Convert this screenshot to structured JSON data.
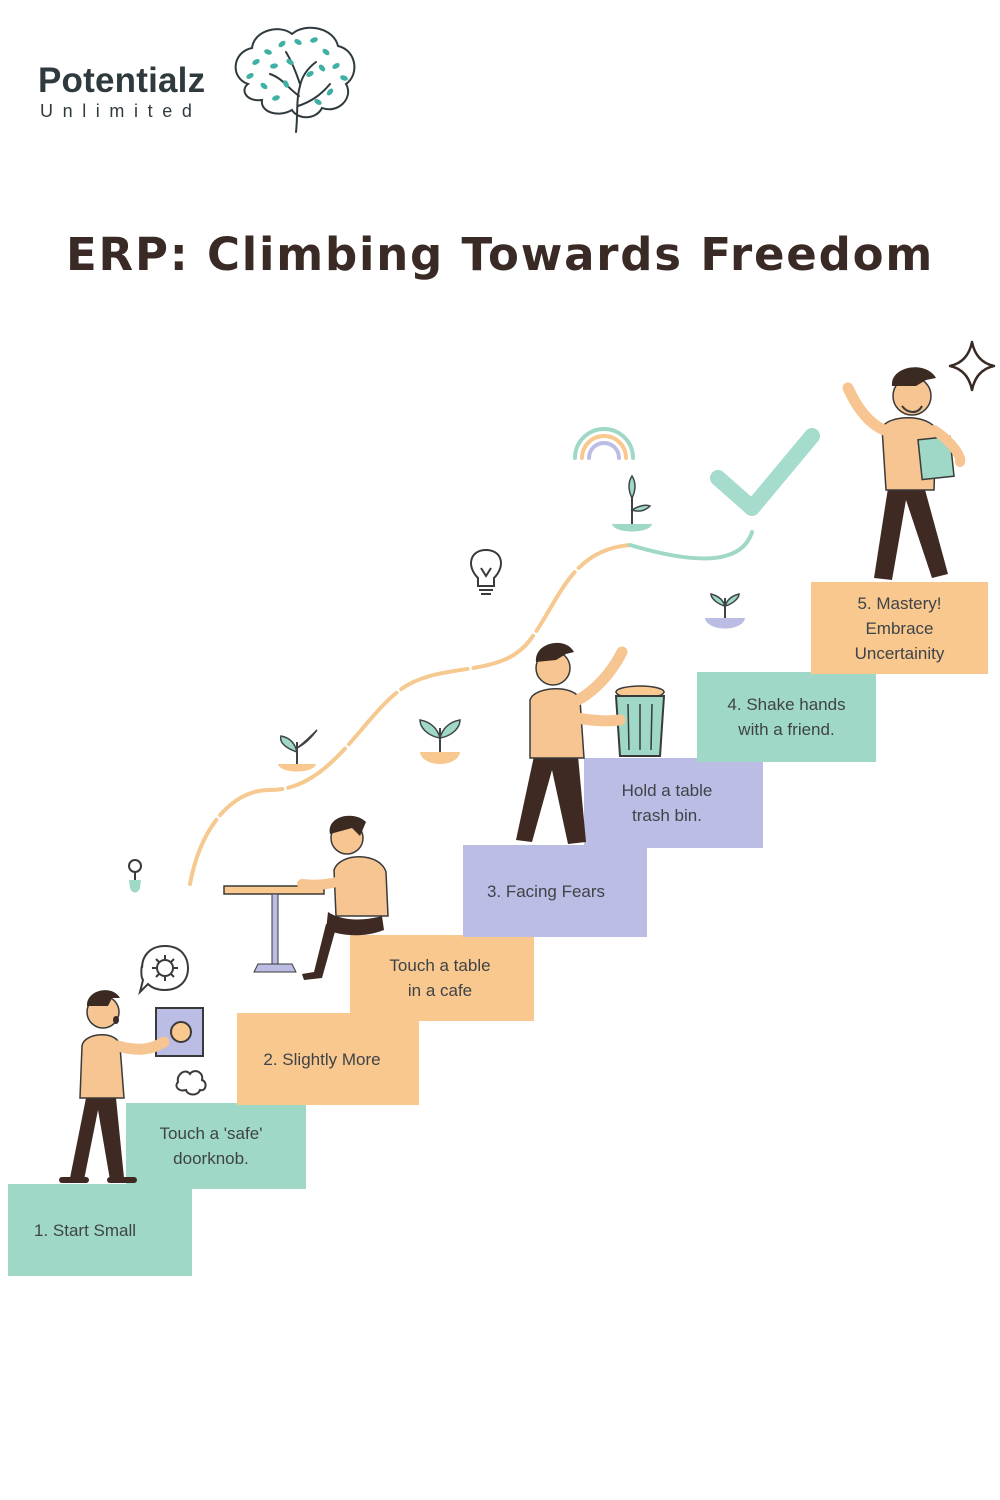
{
  "brand": {
    "name": "Potentialz",
    "subtitle": "Unlimited"
  },
  "title": "ERP: Climbing Towards Freedom",
  "colors": {
    "mint": "#9fd8c6",
    "peach": "#f8c88e",
    "lavender": "#bcbde4",
    "title": "#3a2a25",
    "skin": "#f6c591",
    "hair": "#3b2a22",
    "pants": "#3e2a22"
  },
  "steps": [
    {
      "lines": [
        "1.  Start Small"
      ]
    },
    {
      "lines": [
        "Touch a 'safe'",
        "doorknob."
      ]
    },
    {
      "lines": [
        "2. Slightly More"
      ]
    },
    {
      "lines": [
        "Touch a table",
        "in a cafe"
      ]
    },
    {
      "lines": [
        "3. Facing Fears"
      ]
    },
    {
      "lines": [
        "Hold a table",
        "trash bin."
      ]
    },
    {
      "lines": [
        "4. Shake hands",
        "with a friend."
      ]
    },
    {
      "lines": [
        "5. Mastery!",
        "Embrace",
        "Uncertainity"
      ]
    }
  ],
  "icons": [
    "brain-tree-icon",
    "germ-icon",
    "doorknob-icon",
    "dust-cloud-icon",
    "lightbulb-icon",
    "rainbow-icon",
    "sprout-icon",
    "checkmark-icon",
    "sparkle-icon",
    "pin-icon",
    "trash-bin-icon",
    "cafe-table-icon",
    "book-icon"
  ]
}
